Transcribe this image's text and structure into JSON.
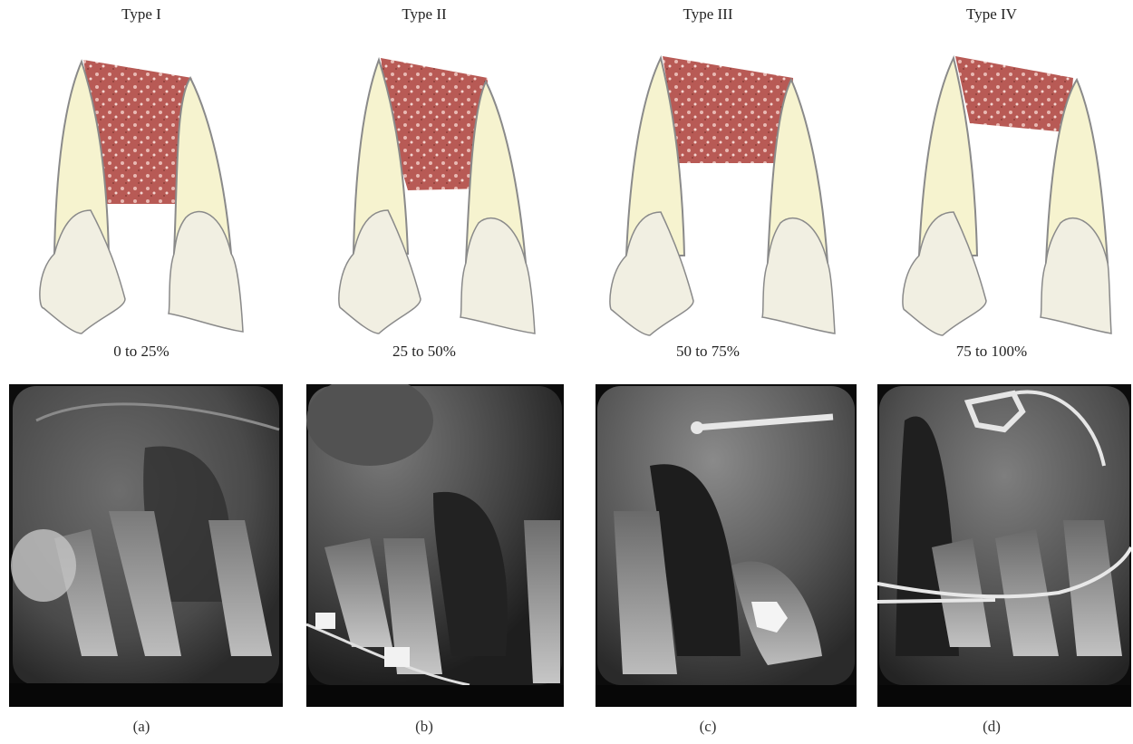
{
  "panels": [
    {
      "type_label": "Type I",
      "range_label": "0 to 25%",
      "caption": "(a)",
      "defect_fraction": 0.25
    },
    {
      "type_label": "Type II",
      "range_label": "25 to 50%",
      "caption": "(b)",
      "defect_fraction": 0.5
    },
    {
      "type_label": "Type III",
      "range_label": "50 to 75%",
      "caption": "(c)",
      "defect_fraction": 0.75
    },
    {
      "type_label": "Type IV",
      "range_label": "75 to 100%",
      "caption": "(d)",
      "defect_fraction": 1.0
    }
  ],
  "colors": {
    "bone": "#b85a55",
    "root": "#f6f3cf",
    "crown": "#f1efe2",
    "outline": "#8a8a8a"
  }
}
